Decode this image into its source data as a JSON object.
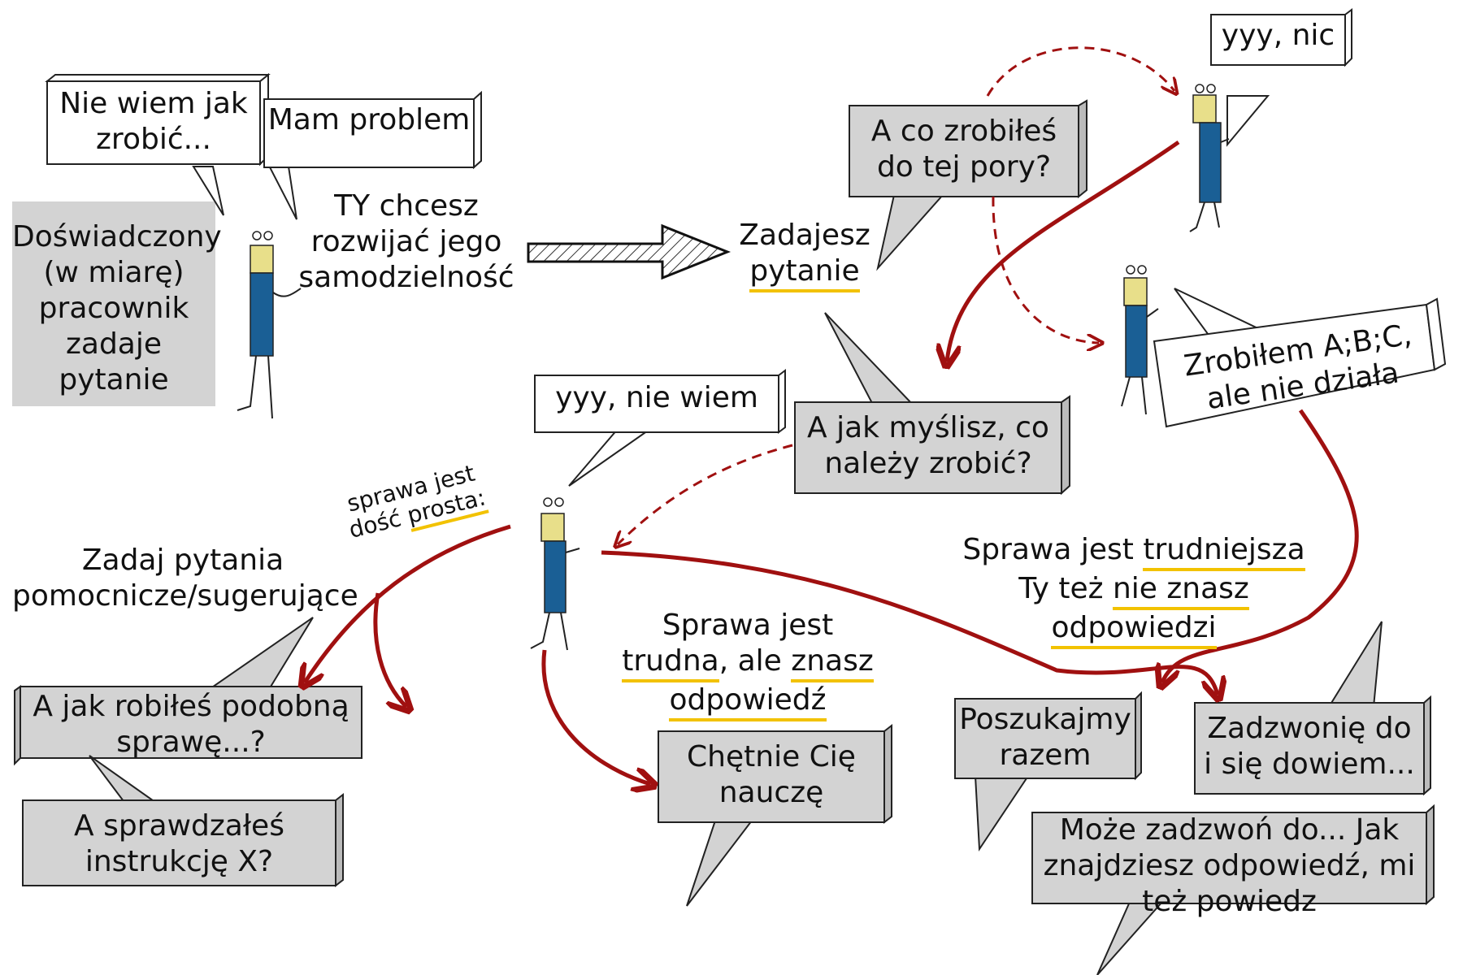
{
  "colors": {
    "gray_box": "#d3d3d3",
    "arrow_red": "#a01010",
    "figure_blue": "#1a5f95",
    "highlight": "#f2c200"
  },
  "left_box": {
    "lines": [
      "Doświadczony",
      "(w miarę)",
      "pracownik",
      "zadaje",
      "pytanie"
    ]
  },
  "bubbles": {
    "nie_wiem_jak": [
      "Nie wiem jak",
      "zrobić..."
    ],
    "mam_problem": [
      "Mam problem"
    ],
    "yyy_nic": [
      "yyy, nic"
    ],
    "a_co_zrobiles": [
      "A co zrobiłeś",
      "do tej pory?"
    ],
    "zrobilem": [
      "Zrobiłem A;B;C,",
      "ale nie działa"
    ],
    "a_jak_myslisz": [
      "A jak myślisz, co",
      "należy zrobić?"
    ],
    "yyy_nie_wiem": [
      "yyy, nie wiem"
    ],
    "a_jak_robiles": [
      "A jak robiłeś podobną",
      "sprawę...?"
    ],
    "a_sprawdzales": [
      "A sprawdzałeś",
      "instrukcję X?"
    ],
    "chetnie": [
      "Chętnie Cię",
      "nauczę"
    ],
    "poszukajmy": [
      "Poszukajmy",
      "razem"
    ],
    "zadzwonie": [
      "Zadzwonię do",
      "i się dowiem..."
    ],
    "moze_zadzwon": [
      "Może zadzwoń do... Jak",
      "znajdziesz odpowiedź, mi",
      "też powiedz"
    ]
  },
  "labels": {
    "ty_chcesz": [
      "TY chcesz",
      "rozwijać jego",
      "samodzielność"
    ],
    "zadajesz": "Zadajesz",
    "pytanie": "pytanie",
    "sprawa_jest_small": "sprawa jest",
    "dosc": "dość",
    "prosta": "prosta:",
    "zadaj_pytania": [
      "Zadaj pytania",
      "pomocnicze/sugerujące"
    ],
    "trudna_1": "Sprawa jest",
    "trudna_2a": "trudna",
    "trudna_2b": ", ale",
    "trudna_2c": "znasz",
    "trudna_3": "odpowiedź",
    "trudniejsza_1a": "Sprawa jest",
    "trudniejsza_1b": "trudniejsza",
    "trudniejsza_2a": "Ty też",
    "trudniejsza_2b": "nie znasz",
    "trudniejsza_3": "odpowiedzi"
  }
}
